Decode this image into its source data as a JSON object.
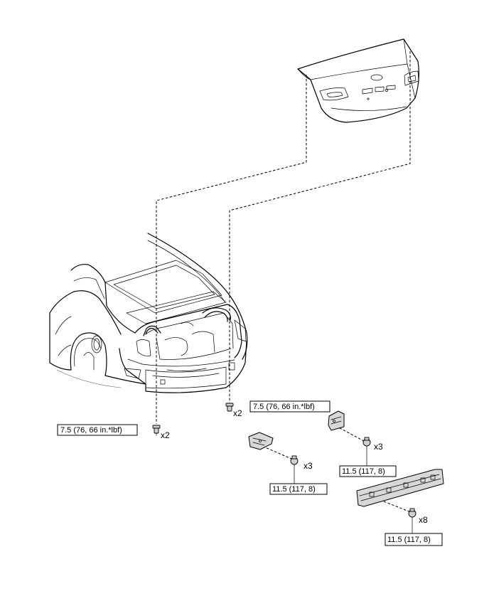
{
  "callouts": [
    {
      "id": "left-trim-bolt",
      "torque": "7.5 (76, 66 in.*lbf)",
      "qty": "x2"
    },
    {
      "id": "right-trim-bolt",
      "torque": "7.5 (76, 66 in.*lbf)",
      "qty": "x2"
    },
    {
      "id": "right-bracket-bolt",
      "torque": "11.5 (117, 8)",
      "qty": "x3"
    },
    {
      "id": "left-bracket-bolt",
      "torque": "11.5 (117, 8)",
      "qty": "x3"
    },
    {
      "id": "panel-bolt",
      "torque": "11.5 (117, 8)",
      "qty": "x8"
    }
  ]
}
